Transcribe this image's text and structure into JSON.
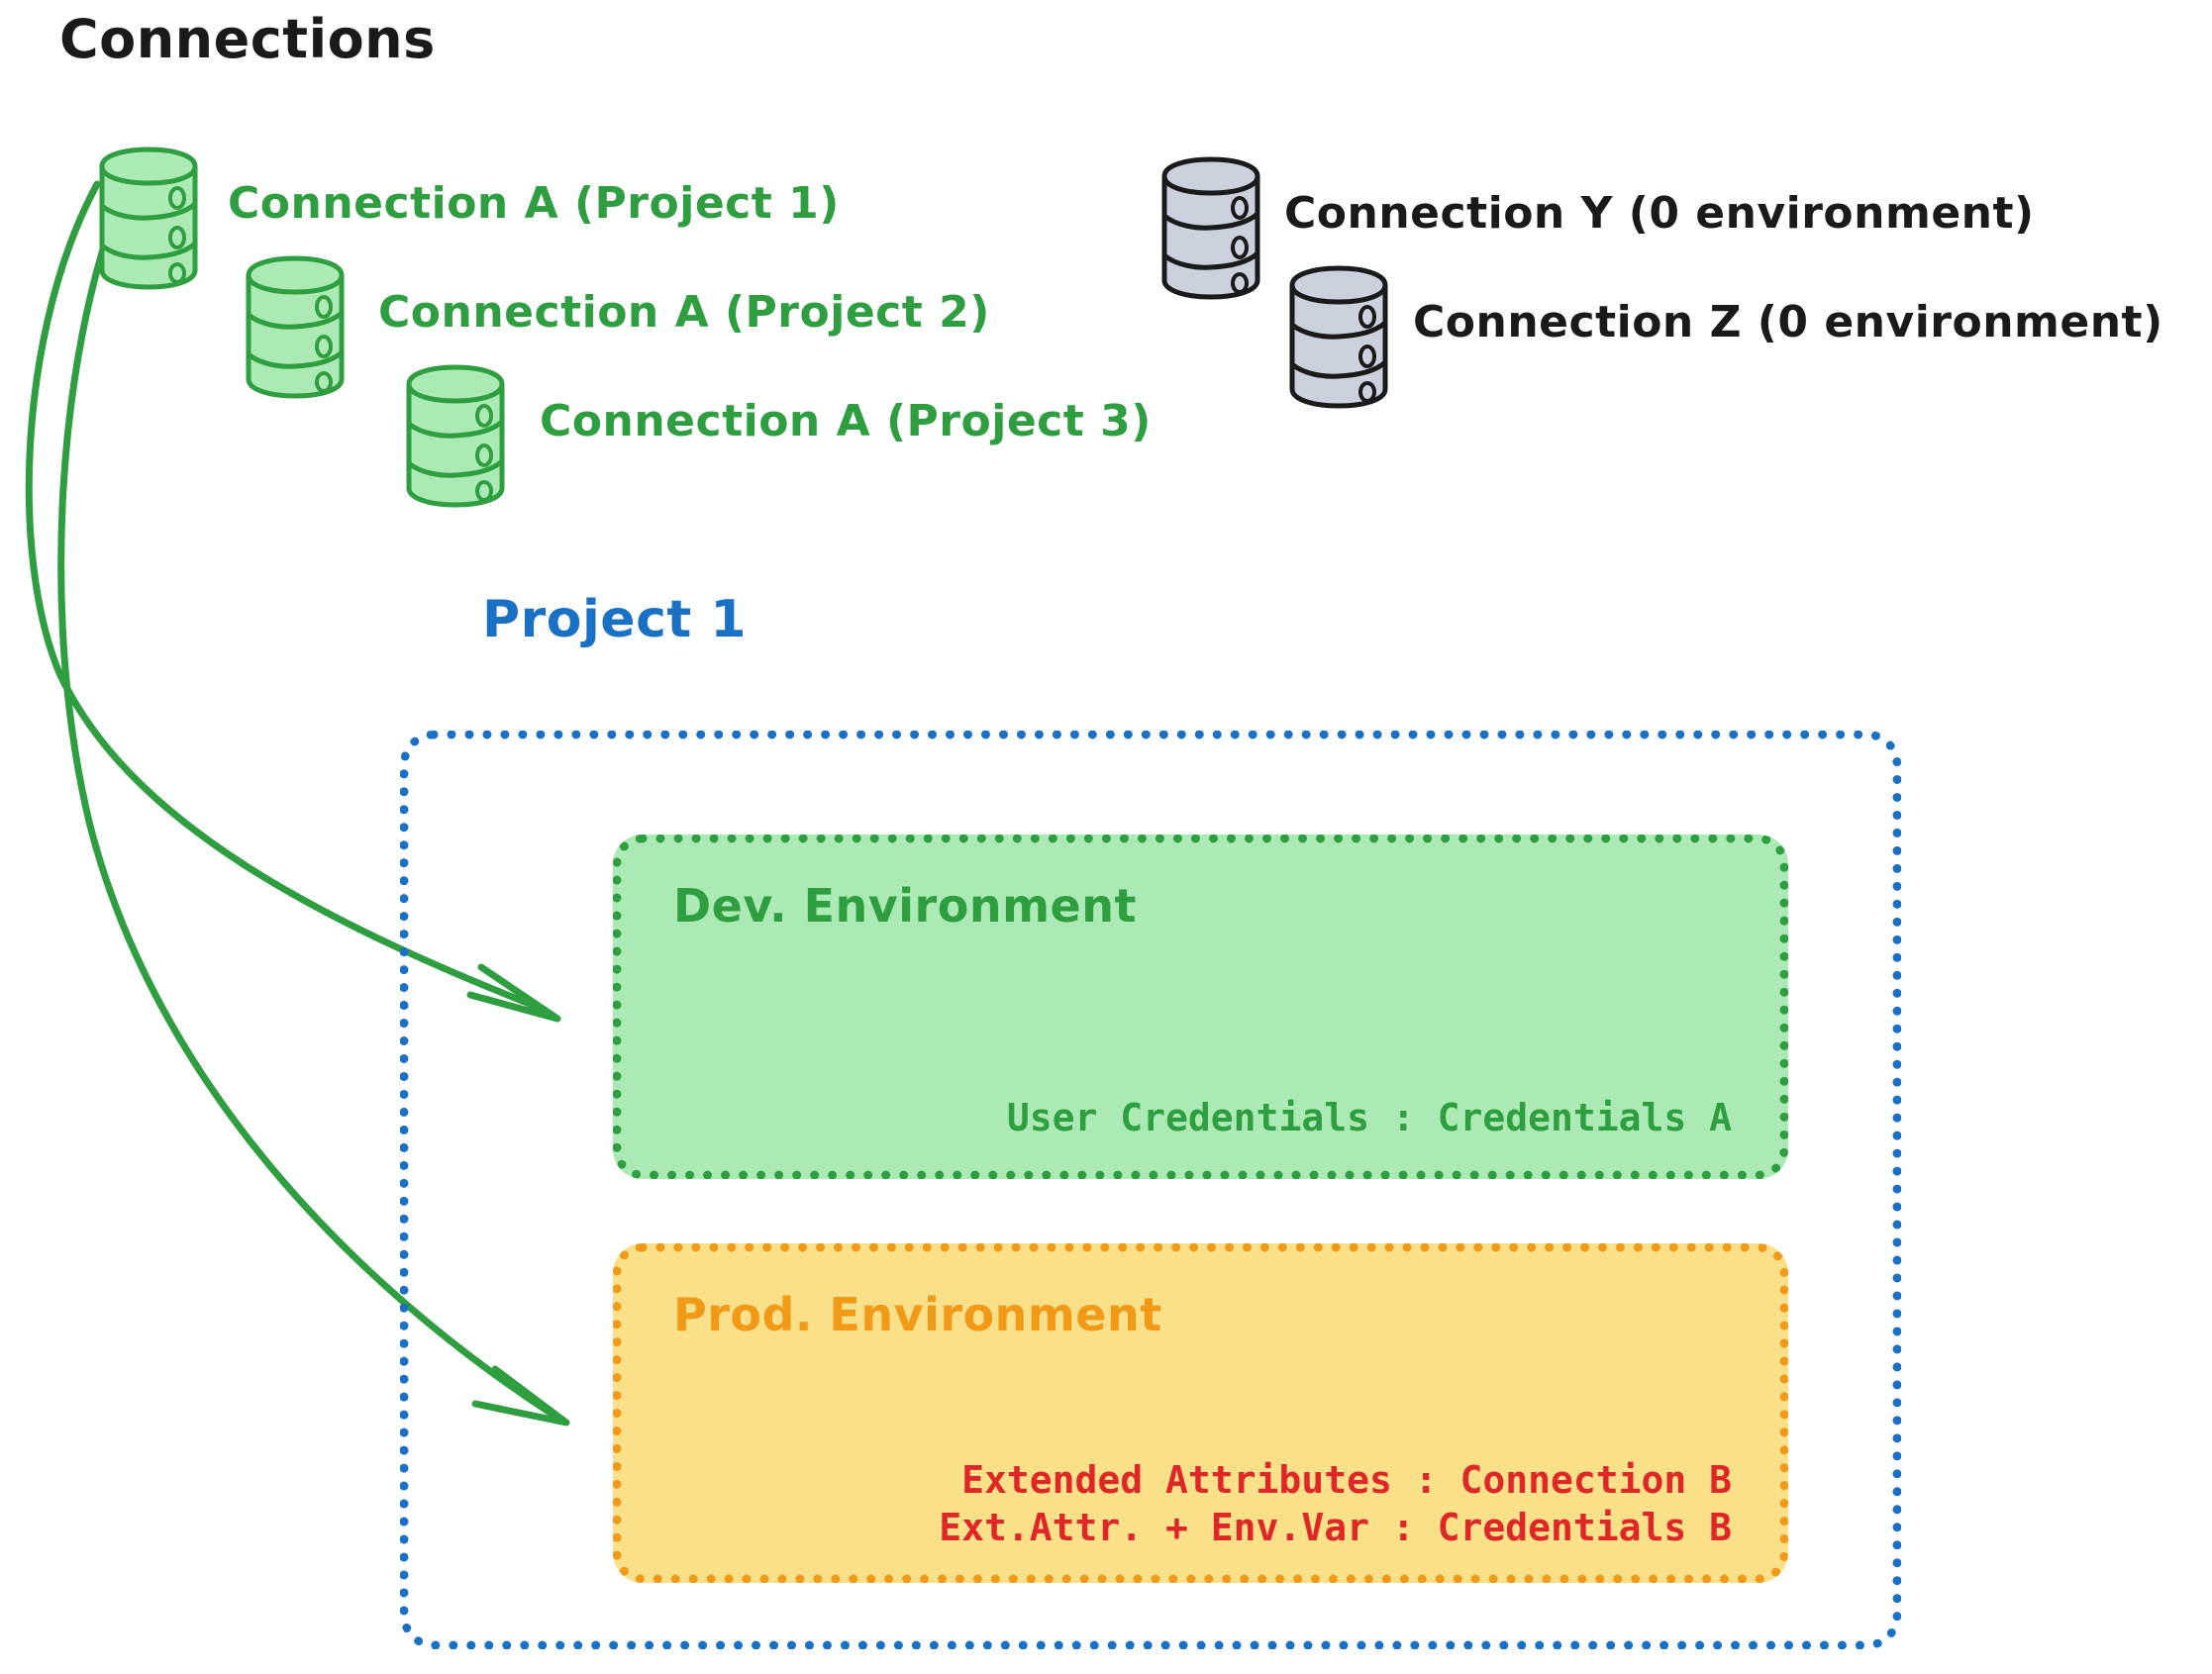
{
  "section": {
    "title": "Connections"
  },
  "colors": {
    "green_stroke": "#2f9e41",
    "green_fill": "#abeab4",
    "gray_stroke": "#1a1a1a",
    "gray_fill": "#ccd2dd",
    "blue": "#1a71c4",
    "orange": "#f09a18",
    "yellow_fill": "#fbe08a",
    "red": "#e02727",
    "black": "#1a1a1a"
  },
  "connections": [
    {
      "id": "conn-a-project-1",
      "label": "Connection A (Project 1)",
      "color": "green",
      "icon": "database-cylinder-icon"
    },
    {
      "id": "conn-a-project-2",
      "label": "Connection A (Project 2)",
      "color": "green",
      "icon": "database-cylinder-icon"
    },
    {
      "id": "conn-a-project-3",
      "label": "Connection A (Project 3)",
      "color": "green",
      "icon": "database-cylinder-icon"
    },
    {
      "id": "conn-y",
      "label": "Connection Y (0 environment)",
      "color": "dark",
      "icon": "database-cylinder-icon"
    },
    {
      "id": "conn-z",
      "label": "Connection Z (0 environment)",
      "color": "dark",
      "icon": "database-cylinder-icon"
    }
  ],
  "project": {
    "title": "Project 1",
    "environments": [
      {
        "id": "dev",
        "title": "Dev. Environment",
        "lines": [
          "User Credentials : Credentials A"
        ]
      },
      {
        "id": "prod",
        "title": "Prod. Environment",
        "lines": [
          "Extended Attributes : Connection B",
          "Ext.Attr. + Env.Var : Credentials B"
        ]
      }
    ]
  },
  "arrows": [
    {
      "id": "arrow-to-dev-environment",
      "from": "conn-a-project-1",
      "to": "dev"
    },
    {
      "id": "arrow-to-prod-environment",
      "from": "conn-a-project-1",
      "to": "prod"
    }
  ]
}
